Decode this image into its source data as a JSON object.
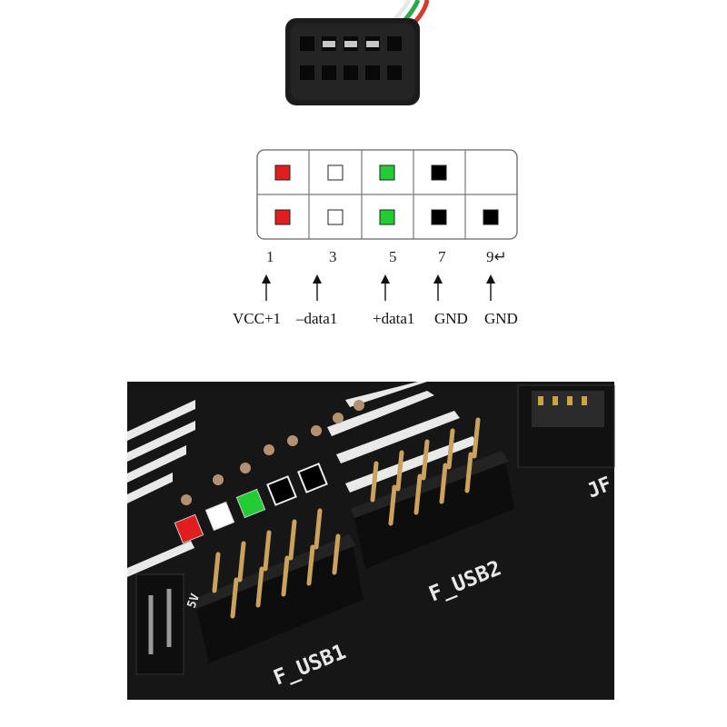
{
  "colors": {
    "red": "#e01e1e",
    "white": "#ffffff",
    "green": "#22cc33",
    "black": "#000000",
    "board": "#1a1a1c",
    "cell_border": "#666666"
  },
  "grid": {
    "top_row": [
      "red",
      "white",
      "green",
      "black",
      "none"
    ],
    "bottom_row": [
      "red",
      "white",
      "green",
      "black",
      "black"
    ]
  },
  "pin_numbers": [
    "1",
    "3",
    "5",
    "7",
    "9↵"
  ],
  "signals": [
    "VCC+1",
    "–data1",
    "+data1",
    "GND",
    "GND"
  ],
  "board": {
    "header1_label": "F_USB1",
    "header2_label": "F_USB2",
    "edge_label": "JF",
    "side_label": "5V",
    "color_strip": [
      "red",
      "white",
      "green",
      "black",
      "black"
    ]
  }
}
